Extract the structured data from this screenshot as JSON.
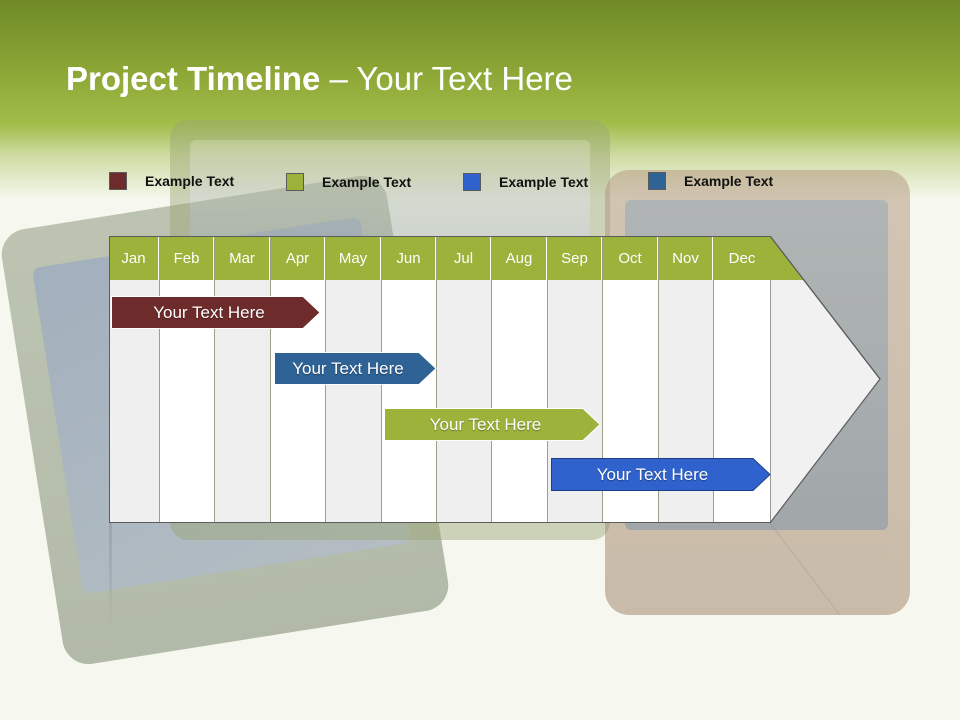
{
  "slide": {
    "title_bold": "Project Timeline",
    "title_rest": " – Your Text Here"
  },
  "legend": [
    {
      "label": "Example Text",
      "color": "#6e2b2b"
    },
    {
      "label": "Example Text",
      "color": "#9bb23b"
    },
    {
      "label": "Example Text",
      "color": "#2f62cc"
    },
    {
      "label": "Example Text",
      "color": "#2f6295"
    }
  ],
  "timeline": {
    "months": [
      "Jan",
      "Feb",
      "Mar",
      "Apr",
      "May",
      "Jun",
      "Jul",
      "Aug",
      "Sep",
      "Oct",
      "Nov",
      "Dec"
    ],
    "tasks": [
      {
        "label": "Your  Text Here",
        "color": "#6e2b2b"
      },
      {
        "label": "Your  Text Here",
        "color": "#2f6295"
      },
      {
        "label": "Your  Text Here",
        "color": "#9bb23b"
      },
      {
        "label": "Your  Text Here",
        "color": "#2f62cc"
      }
    ]
  }
}
